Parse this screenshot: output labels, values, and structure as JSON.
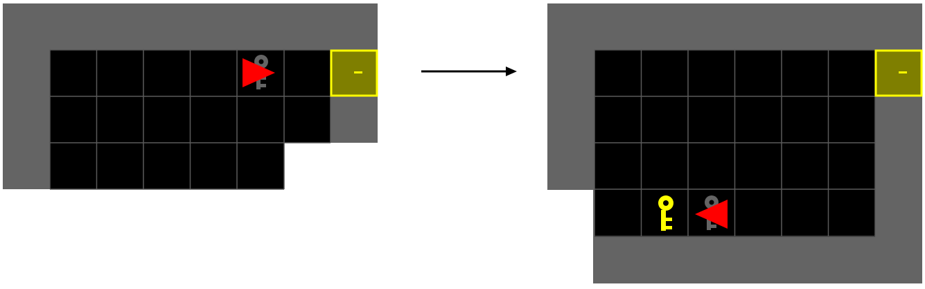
{
  "colors": {
    "background": "#ffffff",
    "wall": "#646464",
    "floor": "#000000",
    "grid_line": "#5a5a5a",
    "agent": "#ff0000",
    "key_yellow": "#ffff00",
    "key_grey": "#646464",
    "door_fill": "#7f7f00",
    "door_border": "#ffff00",
    "arrow": "#000000"
  },
  "panels": [
    {
      "name": "before-state",
      "agent": {
        "direction": "right",
        "row": 0,
        "col": 4
      },
      "keys": [
        {
          "color": "grey",
          "row": 0,
          "col": 4
        }
      ],
      "door": {
        "color": "yellow",
        "state": "locked",
        "row": 0,
        "col": 6
      }
    },
    {
      "name": "after-state",
      "agent": {
        "direction": "left",
        "row": 3,
        "col": 2
      },
      "keys": [
        {
          "color": "yellow",
          "row": 3,
          "col": 1
        },
        {
          "color": "grey",
          "row": 3,
          "col": 2
        }
      ],
      "door": {
        "color": "yellow",
        "state": "locked",
        "row": 0,
        "col": 6
      }
    }
  ],
  "transition_arrow": {
    "icon": "arrow-right-icon"
  }
}
